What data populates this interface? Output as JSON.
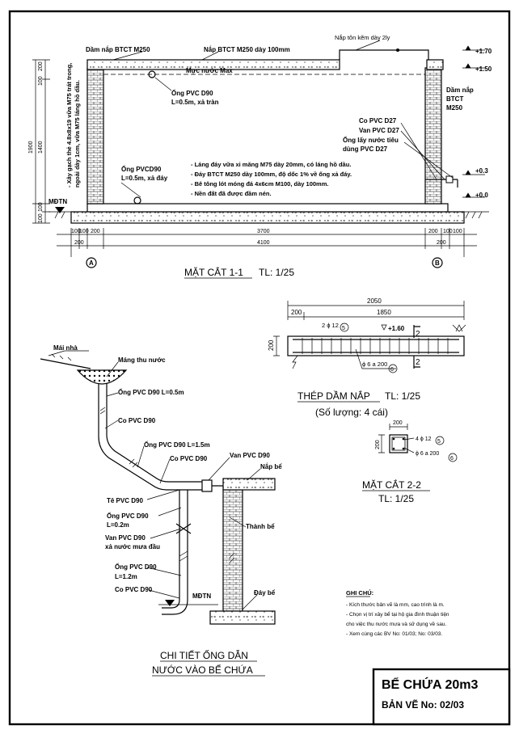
{
  "colors": {
    "ink": "#000000",
    "paper": "#ffffff"
  },
  "section11": {
    "labels": {
      "dam_nap_top": "Dầm nắp BTCT M250",
      "nap_btct": "Nắp BTCT M250 dày 100mm",
      "nap_ton": "Nắp tôn kẽm dày 2ly",
      "muc_nuoc": "Mực nước Max",
      "ong_pvc_d90": "Ống  PVC D90",
      "ong_pvc_d90_sub": "L=0.5m, xả tràn",
      "dam_nap_right_1": "Dầm nắp",
      "dam_nap_right_2": "BTCT",
      "dam_nap_right_3": "M250",
      "co_pvc_d27": "Co PVC D27",
      "van_pvc_d27": "Van PVC D27",
      "ong_lay_1": "Ống lấy nước tiêu",
      "ong_lay_2": "dùng PVC D27",
      "ong_pvcd90": "Ống PVCD90",
      "ong_pvcd90_sub": "L=0.5m, xả đáy",
      "wall_note_1": "- Xây gạch thẻ 4.8x8x19 vữa M75 trát trong,",
      "wall_note_2": "ngoài dày 1cm, vữa M75 láng hồ dầu.",
      "notes": [
        "- Láng đáy vữa xi măng M75 dày 20mm, có láng hồ dầu.",
        "- Đáy BTCT M250 dày 100mm, độ dốc 1% về ống xả đáy.",
        "- Bê tông lót móng đá 4x6cm M100, dày 100mm.",
        "- Nền đất đã được đầm nén."
      ],
      "mdtn": "MĐTN",
      "lvl_170": "+1.70",
      "lvl_150": "+1.50",
      "lvl_03": "+0.3",
      "lvl_00": "+0.0"
    },
    "dims": {
      "h_1900": "1900",
      "h_1400": "1400",
      "h_200": "200",
      "h_100": "100",
      "h_100b": "100",
      "h_100c": "100",
      "d_100a": "100",
      "d_100b": "100",
      "d_200a": "200",
      "d_3700": "3700",
      "d_200b": "200",
      "d_100c": "100",
      "d_100d": "100",
      "d_200l": "200",
      "d_4100": "4100",
      "d_200r": "200"
    },
    "axis_a": "A",
    "axis_b": "B",
    "title": "MẶT CẮT 1-1",
    "scale": "TL: 1/25"
  },
  "beam": {
    "d_2050": "2050",
    "d_200": "200",
    "d_1850": "1850",
    "d_200v": "200",
    "bar_top": "2 ϕ 12",
    "bar_top_no": "5",
    "lvl": "+1.60",
    "stirrup": "ϕ 6 a 200",
    "stirrup_no": "6",
    "cut_no": "2",
    "title": "THÉP DẦM NẮP",
    "scale": "TL: 1/25",
    "qty": "(Số lượng: 4 cái)"
  },
  "section22": {
    "d_200h": "200",
    "d_200v": "200",
    "bar": "4 ϕ 12",
    "bar_no": "5",
    "stirrup": "ϕ 6 a 200",
    "stirrup_no": "6",
    "title": "MẶT CẮT 2-2",
    "scale": "TL: 1/25"
  },
  "pipe_detail": {
    "labels": {
      "mai_nha": "Mái nhà",
      "mang_thu": "Máng thu nước",
      "ong_05": "Ống PVC D90 L=0.5m",
      "co_1": "Co PVC D90",
      "ong_15": "Ống PVC D90 L=1.5m",
      "co_2": "Co PVC D90",
      "van_d90": "Van PVC D90",
      "nap_be": "Nắp bể",
      "te": "Tê PVC D90",
      "ong_02_1": "Ống PVC D90",
      "ong_02_2": "L=0.2m",
      "van_xa_1": "Van PVC D90",
      "van_xa_2": "xả nước mưa đầu",
      "thanh_be": "Thành bể",
      "ong_12_1": "Ống PVC D90",
      "ong_12_2": "L=1.2m",
      "co_3": "Co PVC D90",
      "mdtn": "MĐTN",
      "day_be": "Đáy bể"
    },
    "title_1": "CHI TIẾT ỐNG DẪN",
    "title_2": "NƯỚC VÀO BỂ CHỨA"
  },
  "ghi_chu": {
    "title": "GHI CHÚ:",
    "lines": [
      "- Kích thước bản vẽ là mm, cao trình là m.",
      "- Chọn vị trí xây bể tại hộ gia đình thuận tiện",
      "cho việc thu nước mưa và sử dụng  về sau.",
      "- Xem cùng các BV No: 01/03; No: 03/03."
    ]
  },
  "title_block": {
    "name": "BỂ CHỨA 20m3",
    "number": "BẢN VẼ No: 02/03"
  }
}
